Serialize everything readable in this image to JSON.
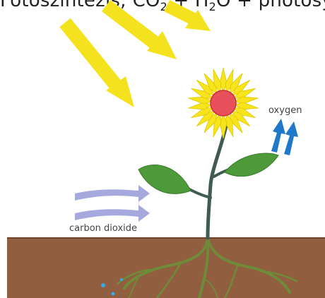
{
  "title": {
    "prefix": "Fotoszintézis; CO",
    "sub1": "2",
    "middle": " + H",
    "sub2": "2",
    "suffix": "O + photosynthesis"
  },
  "labels": {
    "oxygen": "oxygen",
    "carbon_dioxide": "carbon dioxide"
  },
  "colors": {
    "sunbeam": "#f5e21e",
    "petal": "#f7e41c",
    "flower_center": "#e8505b",
    "stem": "#3f5b52",
    "leaf": "#4e9a3a",
    "oxygen_arrow": "#1f78c9",
    "co2_arrow": "#a6a9dd",
    "soil": "#915f3f",
    "soil_edge": "#6e442a",
    "root": "#6f8a3a",
    "water_drop": "#33a9e8"
  }
}
